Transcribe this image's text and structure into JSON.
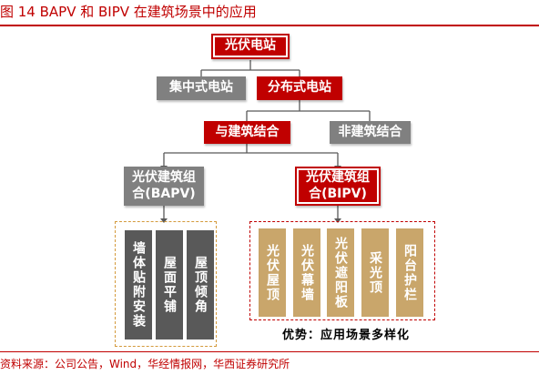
{
  "figure_title": "图 14 BAPV 和 BIPV 在建筑场景中的应用",
  "nodes": {
    "root": "光伏电站",
    "centralized": "集中式电站",
    "distributed": "分布式电站",
    "building_integrated": "与建筑结合",
    "non_building": "非建筑结合",
    "bapv_line1": "光伏建筑组",
    "bapv_line2": "合(BAPV)",
    "bipv_line1": "光伏建筑组",
    "bipv_line2": "合(BIPV)"
  },
  "bapv_items": [
    "墙体贴附安装",
    "屋面平铺",
    "屋顶倾角"
  ],
  "bipv_items": [
    "光伏屋顶",
    "光伏幕墙",
    "光伏遮阳板",
    "采光顶",
    "阳台护栏"
  ],
  "caption": "优势：应用场景多样化",
  "source": "资料来源：公司公告，Wind，华经情报网，华西证券研究所",
  "colors": {
    "accent": "#c00000",
    "grey": "#808080",
    "dark_grey": "#595959",
    "gold": "#c9a66b"
  }
}
